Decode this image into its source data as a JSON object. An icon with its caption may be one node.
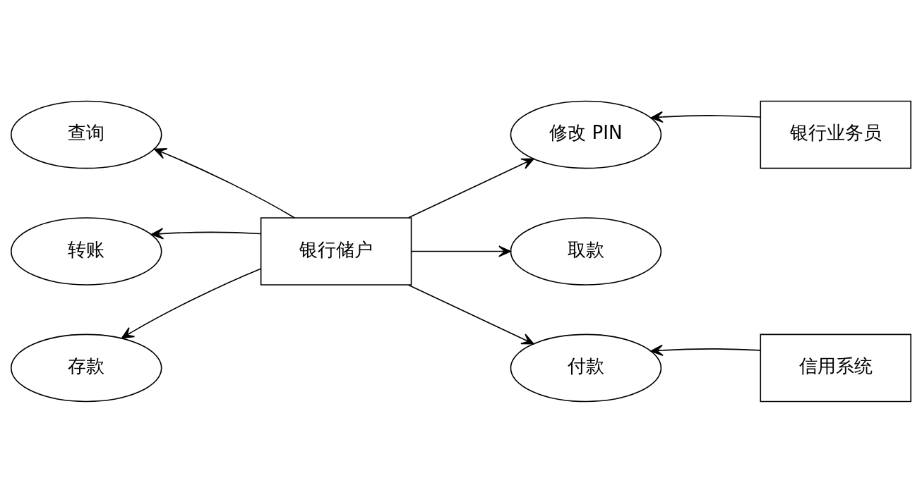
{
  "diagram": {
    "nodes": [
      {
        "text": [
          "查询"
        ]
      },
      {
        "text": [
          "转账"
        ]
      },
      {
        "text": [
          "存款"
        ]
      },
      {
        "text": [
          "银行储户"
        ]
      },
      {
        "text": [
          "修改 PIN"
        ]
      },
      {
        "text": [
          "取款"
        ]
      },
      {
        "text": [
          "付款"
        ]
      },
      {
        "text": [
          "银行业务员"
        ]
      },
      {
        "text": [
          "信用系统"
        ]
      }
    ],
    "edges": [
      {
        "from": 3,
        "to": 0,
        "arrow": "to"
      },
      {
        "from": 3,
        "to": 1,
        "arrow": "to"
      },
      {
        "from": 3,
        "to": 2,
        "arrow": "to"
      },
      {
        "from": 3,
        "to": 4,
        "arrow": "to"
      },
      {
        "from": 3,
        "to": 5,
        "arrow": "to"
      },
      {
        "from": 3,
        "to": 6,
        "arrow": "to"
      },
      {
        "from": 7,
        "to": 4,
        "arrow": "to"
      },
      {
        "from": 8,
        "to": 6,
        "arrow": "to"
      }
    ]
  }
}
